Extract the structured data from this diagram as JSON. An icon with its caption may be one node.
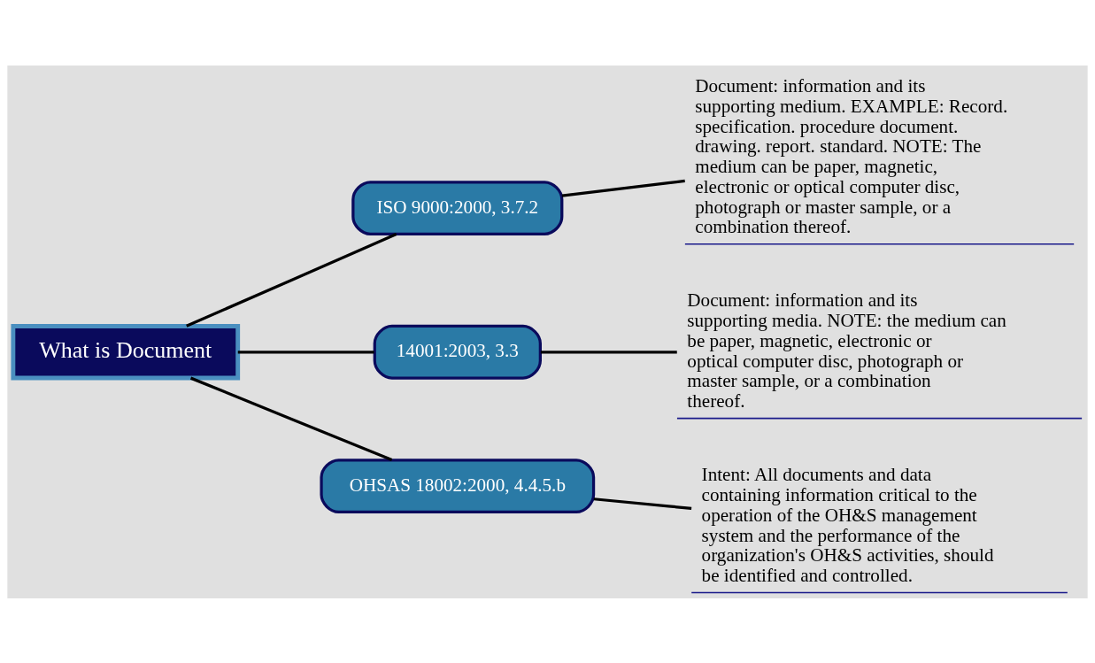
{
  "diagram": {
    "nodes": [
      {
        "text": [
          "What is Document"
        ]
      },
      {
        "text": [
          "ISO 9000:2000, 3.7.2"
        ]
      },
      {
        "text": [
          "14001:2003, 3.3"
        ]
      },
      {
        "text": [
          "OHSAS 18002:2000, 4.4.5.b"
        ]
      },
      {
        "text": [
          "Document: information and its supporting medium. EXAMPLE: Record. specification. procedure document. drawing. report. standard. NOTE: The medium can be paper, magnetic, electronic or optical computer disc, photograph or master sample, or a combination thereof."
        ]
      },
      {
        "text": [
          "Document: information and its supporting media. NOTE: the medium can be paper, magnetic, electronic or optical computer disc, photograph or master sample, or a combination thereof."
        ]
      },
      {
        "text": [
          "Intent: All documents and data containing information critical to the operation of the OH&S management system and the performance of the organization's OH&S activities, should be identified and controlled."
        ]
      }
    ],
    "edges": [
      {
        "from": 0,
        "to": 1,
        "arrow": "none"
      },
      {
        "from": 0,
        "to": 2,
        "arrow": "none"
      },
      {
        "from": 0,
        "to": 3,
        "arrow": "none"
      },
      {
        "from": 1,
        "to": 4,
        "arrow": "none"
      },
      {
        "from": 2,
        "to": 5,
        "arrow": "none"
      },
      {
        "from": 3,
        "to": 6,
        "arrow": "none"
      }
    ]
  }
}
